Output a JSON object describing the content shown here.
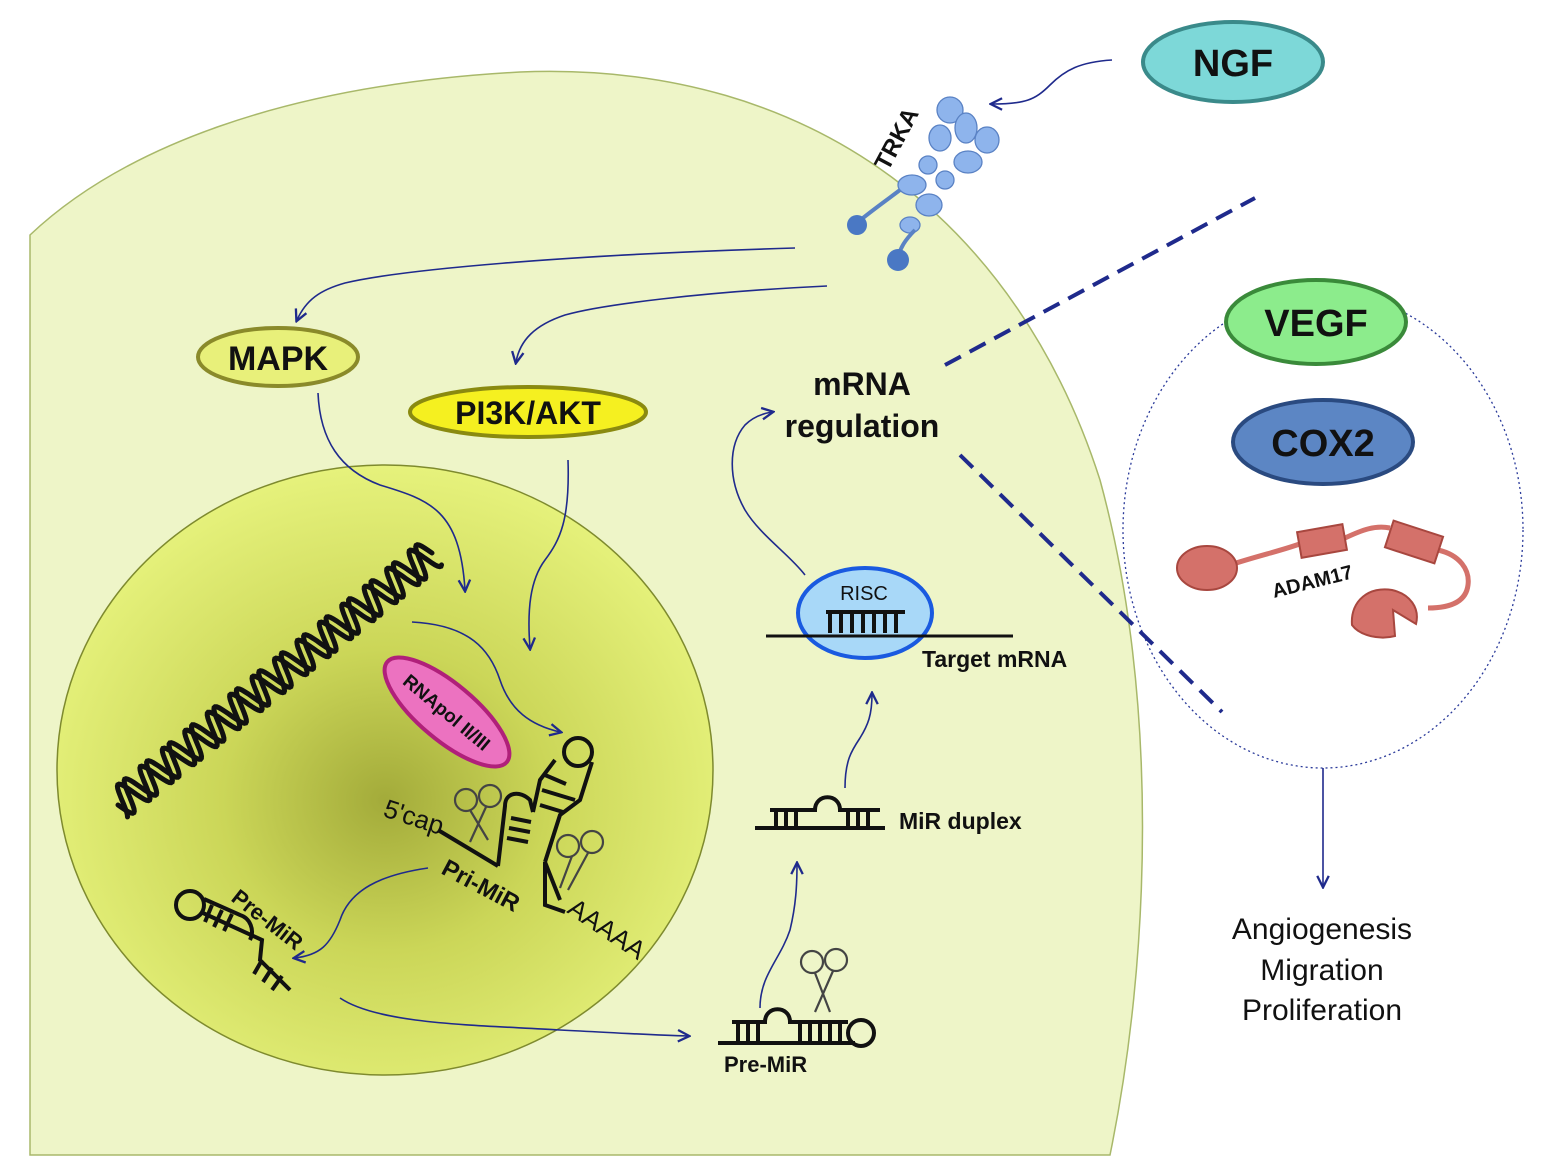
{
  "labels": {
    "ngf": "NGF",
    "trka": "TRKA",
    "mapk": "MAPK",
    "pi3k": "PI3K/AKT",
    "mrna_line1": "mRNA",
    "mrna_line2": "regulation",
    "vegf": "VEGF",
    "cox2": "COX2",
    "adam17": "ADAM17",
    "risc": "RISC",
    "target_mrna": "Target mRNA",
    "mir_duplex": "MiR duplex",
    "rnapol": "RNApol II/III",
    "five_cap": "5'cap",
    "pri_mir": "Pri-MiR",
    "polyA": "AAAAA",
    "pre_mir_nucleus": "Pre-MiR",
    "pre_mir_cyto": "Pre-MiR",
    "outcome_1": "Angiogenesis",
    "outcome_2": "Migration",
    "outcome_3": "Proliferation"
  },
  "colors": {
    "cell_fill": "#eef5c8",
    "cell_stroke": "#a8b86a",
    "nucleus_center": "#b8c24a",
    "nucleus_edge": "#e4f07a",
    "arrow": "#1f2a8c",
    "dashed": "#1f2a8c",
    "ngf_fill": "#7dd8d8",
    "ngf_stroke": "#3a8a8a",
    "mapk_fill": "#e8f07a",
    "mapk_stroke": "#8a8a2a",
    "pi3k_fill": "#f5f020",
    "pi3k_stroke": "#8a8a10",
    "vegf_fill": "#8cec8c",
    "vegf_stroke": "#3a8a3a",
    "cox2_fill": "#5c86c4",
    "cox2_stroke": "#2a4a80",
    "adam17": "#d4716a",
    "rnapol_fill": "#ec72c0",
    "rnapol_stroke": "#b0207a",
    "risc_fill": "#a8d8f8",
    "risc_stroke": "#1a5ae0",
    "trka": "#8eb4ec"
  }
}
